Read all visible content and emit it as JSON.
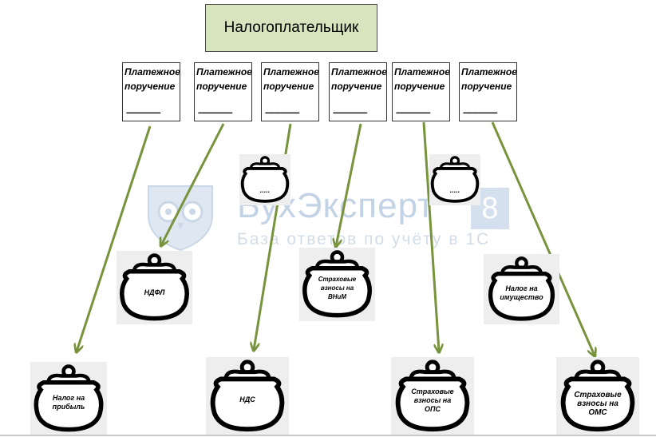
{
  "taxpayer": {
    "label": "Налогоплательщик"
  },
  "payment_orders": [
    {
      "title": "Платежное поручение",
      "dashes": "----------------"
    },
    {
      "title": "Платежное поручение",
      "dashes": "----------------"
    },
    {
      "title": "Платежное поручение",
      "dashes": "----------------"
    },
    {
      "title": "Платежное поручение",
      "dashes": "----------------"
    },
    {
      "title": "Платежное поручение",
      "dashes": "----------------"
    },
    {
      "title": "Платежное поручение",
      "dashes": "----------------"
    }
  ],
  "purses": {
    "other_left": {
      "label": "....."
    },
    "other_right": {
      "label": "....."
    },
    "ndfl": {
      "label": "НДФЛ"
    },
    "vnim": {
      "label": "Страховые взносы на ВНиМ"
    },
    "property": {
      "label": "Налог на имущество"
    },
    "profit": {
      "label": "Налог на прибыль"
    },
    "nds": {
      "label": "НДС"
    },
    "ops": {
      "label": "Страховые взносы на ОПС"
    },
    "oms": {
      "label": "Страховые взносы на ОМС"
    }
  },
  "watermark": {
    "brand": "БухЭксперт",
    "badge": "8",
    "tagline": "База ответов по учёту в 1С"
  },
  "colors": {
    "arrow": "#77933c",
    "taxpayer_fill": "#d7e4bd",
    "watermark": "#c3d3e6"
  }
}
